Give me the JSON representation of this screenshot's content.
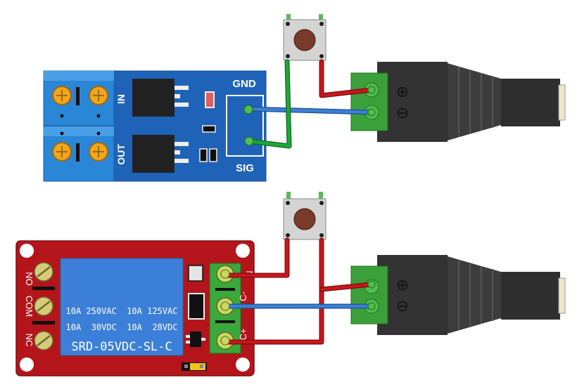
{
  "mosfet_module": {
    "in_label": "IN",
    "out_label": "OUT",
    "gnd_label": "GND",
    "sig_label": "SIG"
  },
  "relay_module": {
    "no_label": "NO",
    "com_label": "COM",
    "nc_label": "NC",
    "rating_1": "10A 250VAC  10A 125VAC",
    "rating_2": "10A  30VDC  10A  28VDC",
    "model": "SRD-05VDC-SL-C",
    "pin_n": "N",
    "pin_c_minus": "C-",
    "pin_c_plus": "C+"
  },
  "dc_jack": {
    "plus_symbol": "⊕",
    "minus_symbol": "⊖"
  },
  "colors": {
    "mosfet_board": "#1f63b8",
    "relay_board": "#b3151b",
    "relay_body": "#3c7fd8",
    "terminal_blue": "#2a86d6",
    "terminal_green": "#3ca03a",
    "wire_red": "#c8161c",
    "wire_blue": "#3b7fd4",
    "wire_green": "#1ea836"
  },
  "icons": [
    "push-button-icon",
    "dc-barrel-jack-icon",
    "screw-terminal-icon"
  ]
}
